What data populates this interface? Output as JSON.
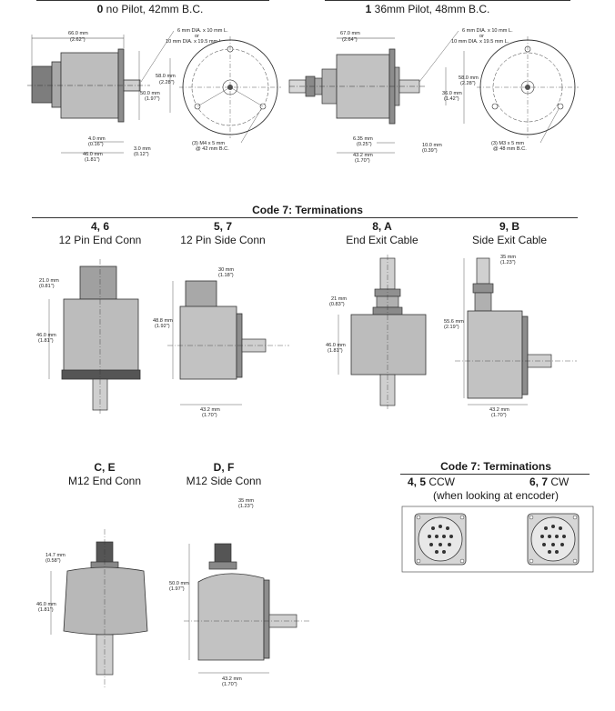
{
  "header": {
    "left_code": "0",
    "left_desc": " no Pilot, 42mm B.C.",
    "right_code": "1",
    "right_desc": " 36mm Pilot, 48mm B.C."
  },
  "top_left_dims": {
    "d66": "66.0 mm",
    "d66i": "(2.62\")",
    "shaft_dia_1": "6 mm DIA. x 10 mm L.",
    "shaft_or": "or",
    "shaft_dia_2": "10 mm DIA. x 19.5 mm L.",
    "d58": "58.0 mm",
    "d58i": "(2.28\")",
    "d50": "50.0 mm",
    "d50i": "(1.97\")",
    "d4": "4.0 mm",
    "d4i": "(0.16\")",
    "d46": "46.0 mm",
    "d46i": "(1.81\")",
    "d3": "3.0 mm",
    "d3i": "(0.12\")",
    "holes_1": "(3) M4 x 5 mm",
    "holes_2": "@ 42 mm B.C."
  },
  "top_right_dims": {
    "d67": "67.0 mm",
    "d67i": "(2.64\")",
    "shaft_dia_1": "6 mm DIA. x 10 mm L.",
    "shaft_or": "or",
    "shaft_dia_2": "10 mm DIA. x 19.5 mm L.",
    "d58": "58.0 mm",
    "d58i": "(2.28\")",
    "d36": "36.0 mm",
    "d36i": "(1.42\")",
    "d635": "6.35 mm",
    "d635i": "(0.25\")",
    "d432": "43.2 mm",
    "d432i": "(1.70\")",
    "d10": "10.0 mm",
    "d10i": "(0.39\")",
    "holes_1": "(3) M3 x 5 mm",
    "holes_2": "@ 48 mm B.C."
  },
  "terminations_title": "Code 7: Terminations",
  "terminations": [
    {
      "code": "4, 6",
      "desc": "12 Pin End Conn"
    },
    {
      "code": "5, 7",
      "desc": "12 Pin Side Conn"
    },
    {
      "code": "8, A",
      "desc": "End Exit Cable"
    },
    {
      "code": "9, B",
      "desc": "Side Exit Cable"
    },
    {
      "code": "C, E",
      "desc": "M12 End Conn"
    },
    {
      "code": "D, F",
      "desc": "M12 Side Conn"
    }
  ],
  "term_dims": {
    "t1_a": "21.0 mm",
    "t1_ai": "(0.81\")",
    "t1_b": "46.0 mm",
    "t1_bi": "(1.81\")",
    "t2_a": "30 mm",
    "t2_ai": "(1.18\")",
    "t2_b": "48.8 mm",
    "t2_bi": "(1.92\")",
    "t2_c": "43.2 mm",
    "t2_ci": "(1.70\")",
    "t3_a": "21 mm",
    "t3_ai": "(0.83\")",
    "t3_b": "46.0 mm",
    "t3_bi": "(1.81\")",
    "t4_a": "35 mm",
    "t4_ai": "(1.23\")",
    "t4_b": "55.6 mm",
    "t4_bi": "(2.19\")",
    "t4_c": "43.2 mm",
    "t4_ci": "(1.70\")",
    "t5_a": "14.7 mm",
    "t5_ai": "(0.58\")",
    "t5_b": "46.0 mm",
    "t5_bi": "(1.81\")",
    "t6_a": "35 mm",
    "t6_ai": "(1.23\")",
    "t6_b": "50.0 mm",
    "t6_bi": "(1.97\")",
    "t6_c": "43.2 mm",
    "t6_ci": "(1.70\")"
  },
  "pinout": {
    "title": "Code 7: Terminations",
    "ccw_code": "4, 5",
    "ccw_label": " CCW",
    "cw_code": "6, 7",
    "cw_label": " CW",
    "note": "(when looking at encoder)"
  }
}
